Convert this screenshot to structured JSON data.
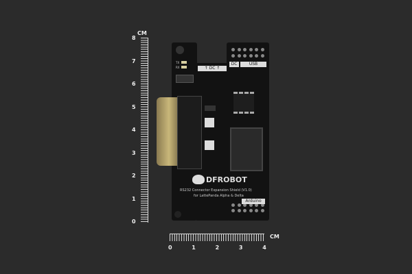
{
  "ruler_vertical": {
    "unit": "CM",
    "labels": [
      "8",
      "7",
      "6",
      "5",
      "4",
      "3",
      "2",
      "1",
      "0"
    ]
  },
  "ruler_horizontal": {
    "unit": "CM",
    "labels": [
      "0",
      "1",
      "2",
      "3",
      "4"
    ]
  },
  "board": {
    "brand": "DFROBOT",
    "title_line1": "RS232 Connector Expansion Shield (V1.0)",
    "title_line2": "for LattePanda Alpha & Delta",
    "label_dc_arrows": "↑ DC ↑",
    "label_dc": "DC",
    "label_usb": "USB",
    "label_arduino": "Arduino",
    "led_tx": "TX",
    "led_rx": "RX"
  },
  "colors": {
    "background": "#2b2b2b",
    "board": "#121212",
    "silkscreen": "#dddddd"
  }
}
